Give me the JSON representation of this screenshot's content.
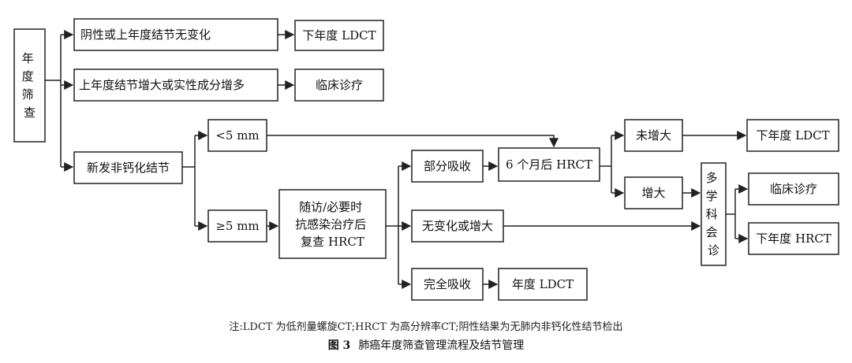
{
  "diagram": {
    "nodes": {
      "annual": "年度筛查",
      "neg_no_change": "阴性或上年度结节无变化",
      "ldct_top": "下年度 LDCT",
      "grow_solid": "上年度结节增大或实性成分增多",
      "clinic_top": "临床诊疗",
      "new_noncalc": "新发非钙化结节",
      "lt5": "<5 mm",
      "ge5": "≥5 mm",
      "followup": [
        "随访/必要时",
        "抗感染治疗后",
        "复查 HRCT"
      ],
      "partial": "部分吸收",
      "hrct6": "6 个月后 HRCT",
      "no_change_grow": "无变化或增大",
      "complete": "完全吸收",
      "ldct_annual": "年度 LDCT",
      "not_enlarged": "未增大",
      "ldct_right": "下年度 LDCT",
      "enlarged": "增大",
      "mdt": "多学科会诊",
      "clinic_right": "临床诊疗",
      "hrct_right": "下年度 HRCT"
    }
  },
  "note": "注:LDCT 为低剂量螺旋CT;HRCT 为高分辨率CT;阴性结果为无肺内非钙化性结节检出",
  "caption": {
    "label": "图 3",
    "title": "肺癌年度筛查管理流程及结节管理"
  }
}
